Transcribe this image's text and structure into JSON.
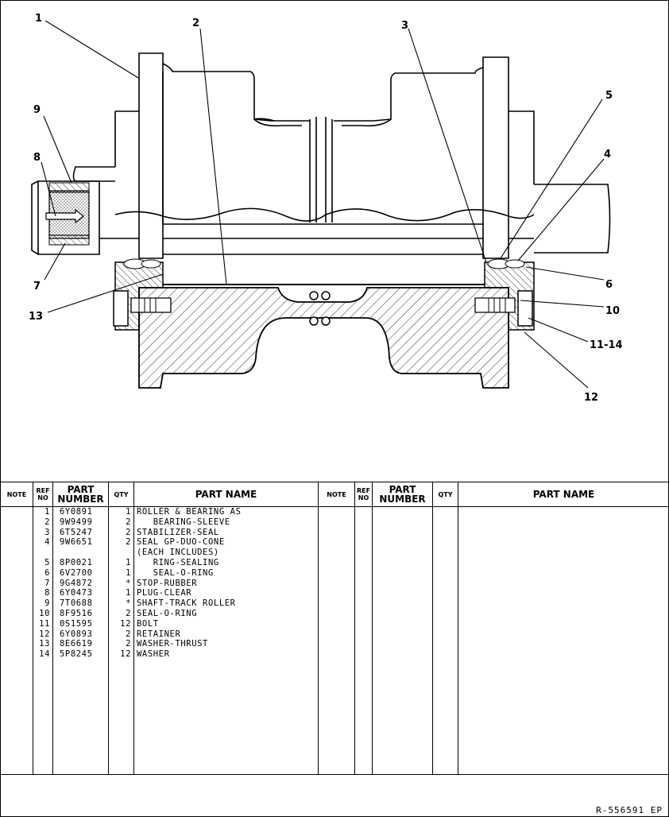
{
  "drawing": {
    "callouts": [
      "1",
      "2",
      "3",
      "4",
      "5",
      "6",
      "7",
      "8",
      "9",
      "10",
      "11-14",
      "12",
      "13"
    ]
  },
  "table": {
    "headers": {
      "note": "NOTE",
      "ref_no": "REF NO",
      "part_number": "PART NUMBER",
      "qty": "QTY",
      "part_name": "PART NAME"
    },
    "rows": [
      {
        "ref": "1",
        "part_number": "6Y0891",
        "qty": "1",
        "name": "ROLLER & BEARING AS"
      },
      {
        "ref": "2",
        "part_number": "9W9499",
        "qty": "2",
        "name": "   BEARING-SLEEVE"
      },
      {
        "ref": "3",
        "part_number": "6T5247",
        "qty": "2",
        "name": "STABILIZER-SEAL"
      },
      {
        "ref": "4",
        "part_number": "9W6651",
        "qty": "2",
        "name": "SEAL GP-DUO-CONE"
      },
      {
        "ref": "",
        "part_number": "",
        "qty": "",
        "name": "(EACH INCLUDES)"
      },
      {
        "ref": "5",
        "part_number": "8P0021",
        "qty": "1",
        "name": "   RING-SEALING"
      },
      {
        "ref": "6",
        "part_number": "6V2700",
        "qty": "1",
        "name": "   SEAL-O-RING"
      },
      {
        "ref": "7",
        "part_number": "9G4872",
        "qty": "*",
        "name": "STOP-RUBBER"
      },
      {
        "ref": "8",
        "part_number": "6Y0473",
        "qty": "1",
        "name": "PLUG-CLEAR"
      },
      {
        "ref": "9",
        "part_number": "7T0688",
        "qty": "*",
        "name": "SHAFT-TRACK ROLLER"
      },
      {
        "ref": "10",
        "part_number": "8F9516",
        "qty": "2",
        "name": "SEAL-O-RING"
      },
      {
        "ref": "11",
        "part_number": "0S1595",
        "qty": "12",
        "name": "BOLT"
      },
      {
        "ref": "12",
        "part_number": "6Y0893",
        "qty": "2",
        "name": "RETAINER"
      },
      {
        "ref": "13",
        "part_number": "8E6619",
        "qty": "2",
        "name": "WASHER-THRUST"
      },
      {
        "ref": "14",
        "part_number": "5P8245",
        "qty": "12",
        "name": "WASHER"
      }
    ]
  },
  "footer": {
    "reference": "R-556591 EP"
  }
}
